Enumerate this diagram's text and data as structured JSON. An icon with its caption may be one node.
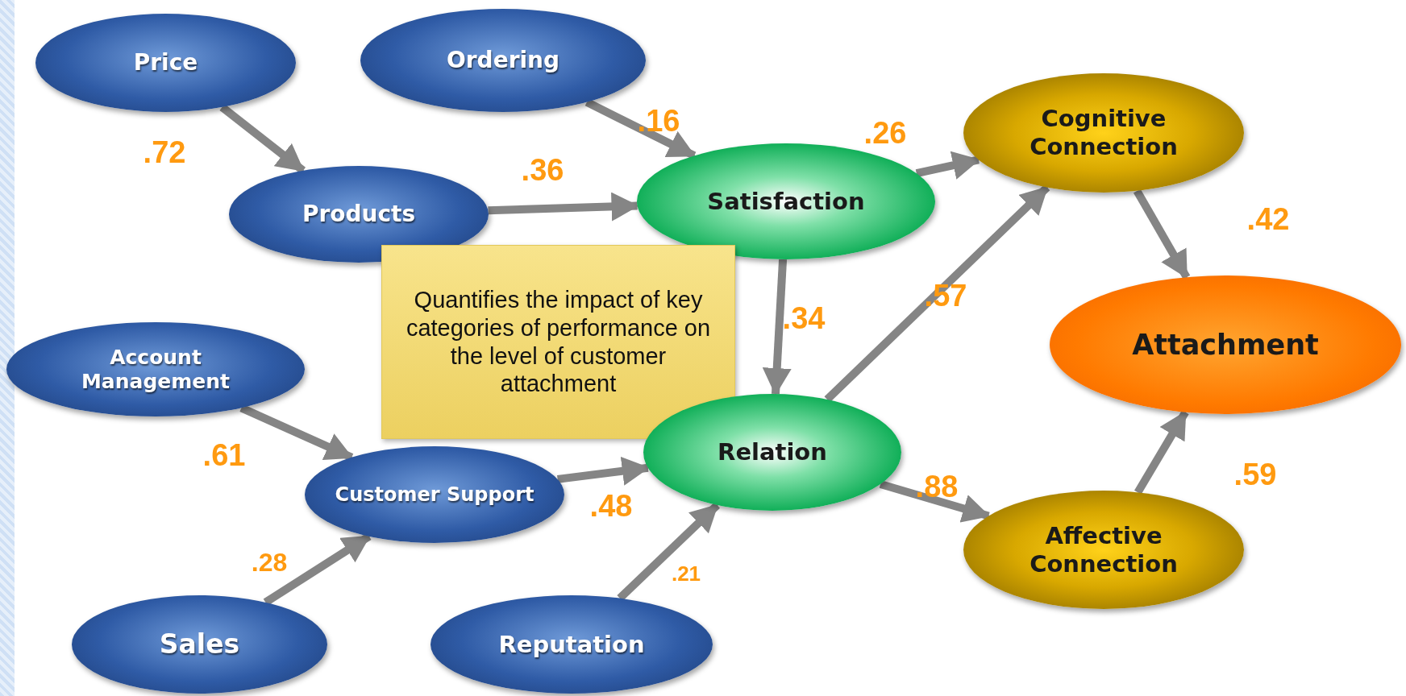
{
  "diagram": {
    "nodes": [
      {
        "text": [
          "Price"
        ]
      },
      {
        "text": [
          "Ordering"
        ]
      },
      {
        "text": [
          "Products"
        ]
      },
      {
        "text": [
          "Satisfaction"
        ]
      },
      {
        "text": [
          "Cognitive Connection"
        ]
      },
      {
        "text": [
          "Attachment"
        ]
      },
      {
        "text": [
          "Quantifies the impact of key categories of performance on the level of customer attachment"
        ]
      },
      {
        "text": [
          "Account Management"
        ]
      },
      {
        "text": [
          "Relation"
        ]
      },
      {
        "text": [
          "Customer Support"
        ]
      },
      {
        "text": [
          "Affective Connection"
        ]
      },
      {
        "text": [
          "Sales"
        ]
      },
      {
        "text": [
          "Reputation"
        ]
      }
    ],
    "edges": [
      {
        "from": 0,
        "to": 2,
        "arrow": "to",
        "label": ".72"
      },
      {
        "from": 1,
        "to": 3,
        "arrow": "to",
        "label": ".16"
      },
      {
        "from": 2,
        "to": 3,
        "arrow": "to",
        "label": ".36"
      },
      {
        "from": 3,
        "to": 4,
        "arrow": "to",
        "label": ".26"
      },
      {
        "from": 4,
        "to": 5,
        "arrow": "to",
        "label": ".42"
      },
      {
        "from": 3,
        "to": 8,
        "arrow": "to",
        "label": ".34"
      },
      {
        "from": 8,
        "to": 4,
        "arrow": "to",
        "label": ".57"
      },
      {
        "from": 7,
        "to": 9,
        "arrow": "to",
        "label": ".61"
      },
      {
        "from": 9,
        "to": 8,
        "arrow": "to",
        "label": ".48"
      },
      {
        "from": 11,
        "to": 9,
        "arrow": "to",
        "label": ".28"
      },
      {
        "from": 12,
        "to": 8,
        "arrow": "to",
        "label": ".21"
      },
      {
        "from": 8,
        "to": 10,
        "arrow": "to",
        "label": ".88"
      },
      {
        "from": 10,
        "to": 5,
        "arrow": "to",
        "label": ".59"
      }
    ]
  }
}
